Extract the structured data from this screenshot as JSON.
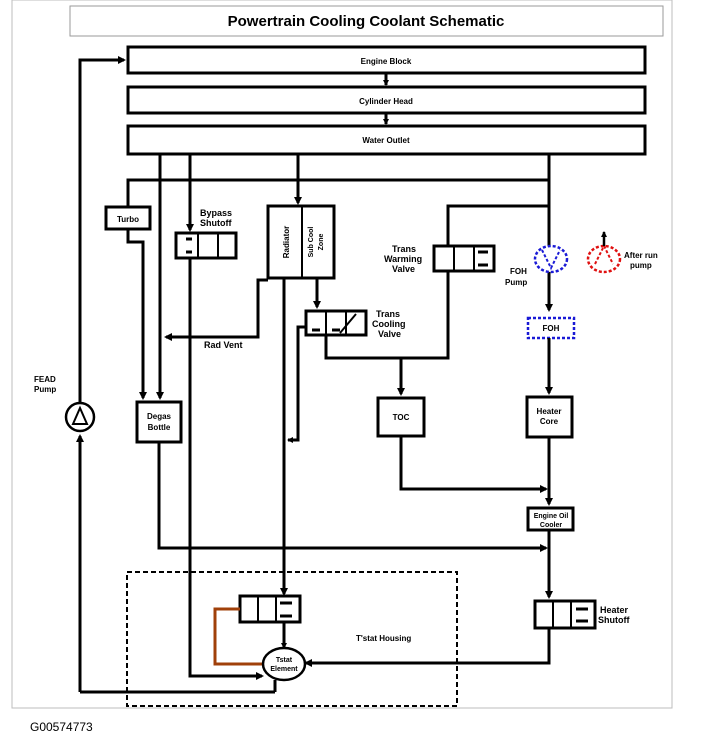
{
  "title": "Powertrain Cooling Coolant Schematic",
  "figure_id": "G00574773",
  "components": {
    "engine_block": "Engine Block",
    "cylinder_head": "Cylinder Head",
    "water_outlet": "Water Outlet",
    "turbo": "Turbo",
    "bypass_shutoff": [
      "Bypass",
      "Shutoff"
    ],
    "radiator": "Radiator",
    "sub_cool_zone": [
      "Sub Cool",
      "Zone"
    ],
    "trans_warming_valve": [
      "Trans",
      "Warming",
      "Valve"
    ],
    "foh_pump": [
      "FOH",
      "Pump"
    ],
    "after_run_pump": [
      "After run",
      "pump"
    ],
    "trans_cooling_valve": [
      "Trans",
      "Cooling",
      "Valve"
    ],
    "foh": "FOH",
    "rad_vent": "Rad Vent",
    "fead_pump": [
      "FEAD",
      "Pump"
    ],
    "degas_bottle": [
      "Degas",
      "Bottle"
    ],
    "toc": "TOC",
    "heater_core": [
      "Heater",
      "Core"
    ],
    "engine_oil_cooler": [
      "Engine Oil",
      "Cooler"
    ],
    "tstat_housing": "T'stat Housing",
    "tstat_element": [
      "Tstat",
      "Element"
    ],
    "heater_shutoff": [
      "Heater",
      "Shutoff"
    ]
  },
  "colors": {
    "line": "#000000",
    "foh_pump": "#1a1ad6",
    "after_run_pump": "#e01010",
    "foh_box": "#1a1ad6",
    "tstat_link": "#a0400a"
  }
}
